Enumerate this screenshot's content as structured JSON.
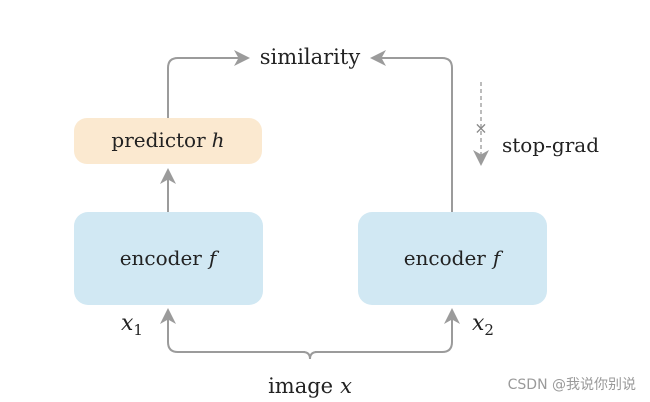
{
  "diagram": {
    "similarity": "similarity",
    "predictor": {
      "text": "predictor",
      "symbol": "h"
    },
    "encoder_left": {
      "text": "encoder",
      "symbol": "f"
    },
    "encoder_right": {
      "text": "encoder",
      "symbol": "f"
    },
    "x1": {
      "symbol": "x",
      "sub": "1"
    },
    "x2": {
      "symbol": "x",
      "sub": "2"
    },
    "image": {
      "text": "image",
      "symbol": "x"
    },
    "stop_grad": "stop-grad",
    "stop_mark": "×"
  },
  "watermark": "CSDN @我说你别说",
  "colors": {
    "predictor_fill": "#fbe9d0",
    "encoder_fill": "#d1e8f3",
    "arrow": "#9b9b9b"
  }
}
